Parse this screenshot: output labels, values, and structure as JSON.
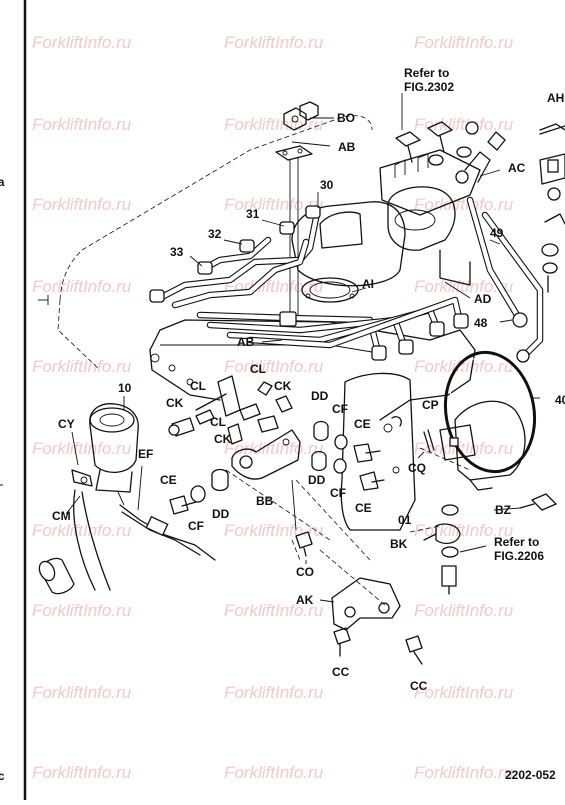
{
  "watermark": "ForkliftInfo.ru",
  "figure_number": "2202-052",
  "edge_marks": {
    "top": "a",
    "bottom": "c"
  },
  "notes": {
    "refer_top_line1": "Refer to",
    "refer_top_line2": "FIG.2302",
    "refer_right_line1": "Refer to",
    "refer_right_line2": "FIG.2206"
  },
  "labels": {
    "BO": "BO",
    "AB_top": "AB",
    "AH": "AH",
    "AC": "AC",
    "n30": "30",
    "n31": "31",
    "n32": "32",
    "n33": "33",
    "n49": "49",
    "AI": "AI",
    "AD": "AD",
    "n48": "48",
    "AB_mid": "AB",
    "CL_right": "CL",
    "CK_right": "CK",
    "CL_left": "CL",
    "n10": "10",
    "CK_left": "CK",
    "DD_top": "DD",
    "CF_top": "CF",
    "CP": "CP",
    "n40": "40",
    "CY": "CY",
    "CL_low": "CL",
    "CK_low": "CK",
    "CE_right_top": "CE",
    "EF": "EF",
    "DD_mid": "DD",
    "CQ": "CQ",
    "CF_mid": "CF",
    "CE_left": "CE",
    "CE_right_low": "CE",
    "CM": "CM",
    "BB": "BB",
    "BZ": "BZ",
    "CF_left": "CF",
    "DD_left": "DD",
    "n01": "01",
    "BK": "BK",
    "CO": "CO",
    "AK": "AK",
    "CC_left": "CC",
    "CC_right": "CC"
  }
}
